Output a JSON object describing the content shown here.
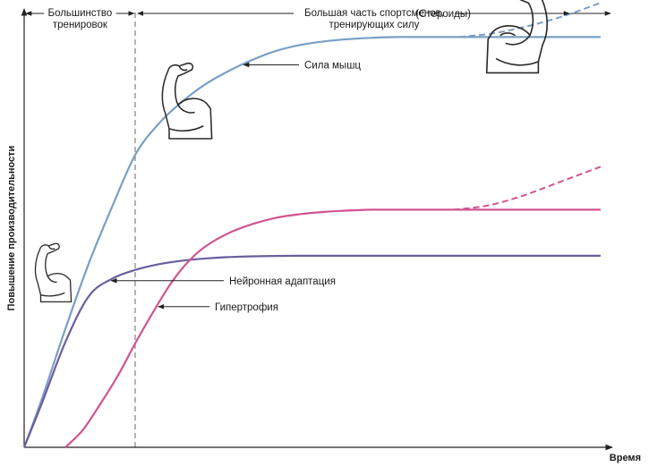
{
  "chart_data": {
    "type": "line",
    "xlabel": "Время",
    "ylabel": "Повышение производительности",
    "x_range": [
      0,
      100
    ],
    "y_range": [
      0,
      100
    ],
    "grid": false,
    "phases": [
      {
        "label_lines": [
          "Большинство",
          "тренировок"
        ],
        "x_start": 0,
        "x_end": 19
      },
      {
        "label_lines": [
          "Большая часть спортсменов,",
          "тренирующих силу"
        ],
        "x_start": 19,
        "x_end": 100
      }
    ],
    "phase_divider_x": 19,
    "series": [
      {
        "key": "strength",
        "name": "Сила мышц",
        "color": "#7a9fc4",
        "x": [
          0,
          3,
          7,
          11,
          15,
          19,
          23,
          27,
          31,
          35,
          39,
          43,
          47,
          51,
          55,
          59,
          63,
          67,
          71,
          75,
          79,
          84,
          89,
          94,
          98
        ],
        "y": [
          0,
          11,
          27,
          42,
          55,
          67,
          74,
          79,
          83,
          86,
          88.5,
          90.5,
          91.8,
          92.6,
          93.1,
          93.4,
          93.6,
          93.6,
          93.6,
          93.6,
          93.6,
          93.6,
          93.6,
          93.6,
          93.6
        ],
        "extension": {
          "name": "(Стероиды)",
          "x": [
            74,
            80,
            86,
            92,
            98
          ],
          "y": [
            93.6,
            94.5,
            96.2,
            98.5,
            101.4
          ]
        }
      },
      {
        "key": "neural",
        "name": "Нейронная адаптация",
        "color": "#6a5e9e",
        "x": [
          0,
          3,
          7,
          11,
          15,
          19,
          23,
          27,
          31,
          35,
          40,
          47,
          55,
          65,
          75,
          85,
          98
        ],
        "y": [
          0,
          10,
          24,
          34.5,
          38.5,
          40.5,
          41.8,
          42.6,
          43.1,
          43.4,
          43.6,
          43.7,
          43.7,
          43.7,
          43.7,
          43.7,
          43.7
        ]
      },
      {
        "key": "hypertrophy",
        "name": "Гипертрофия",
        "color": "#d1548f",
        "x": [
          7,
          10,
          13,
          16,
          19,
          22,
          25,
          28,
          31,
          35,
          39,
          43,
          47,
          51,
          55,
          59,
          63,
          67,
          71,
          75,
          80,
          86,
          92,
          98
        ],
        "y": [
          0,
          4,
          10,
          16.5,
          24,
          31,
          37.5,
          42.5,
          46,
          49,
          51,
          52.4,
          53.2,
          53.7,
          54,
          54.2,
          54.2,
          54.2,
          54.2,
          54.2,
          54.2,
          54.2,
          54.2,
          54.2
        ],
        "extension": {
          "x": [
            73,
            79,
            85,
            91,
            98
          ],
          "y": [
            54.2,
            55.2,
            57.5,
            60.5,
            64
          ]
        }
      }
    ],
    "annotations": [
      {
        "series": "strength",
        "text": "Сила мышц",
        "at_x": 37
      },
      {
        "series": "neural",
        "text": "Нейронная адаптация",
        "at_x": 14.5
      },
      {
        "series": "hypertrophy",
        "text": "Гипертрофия",
        "at_x": 22.5
      },
      {
        "series": "strength_ext",
        "text": "(Стероиды)",
        "at_x": 93
      }
    ],
    "decorations": [
      "flexed-arm-icon-small",
      "flexed-arm-icon-medium",
      "flexed-arm-icon-large"
    ]
  }
}
